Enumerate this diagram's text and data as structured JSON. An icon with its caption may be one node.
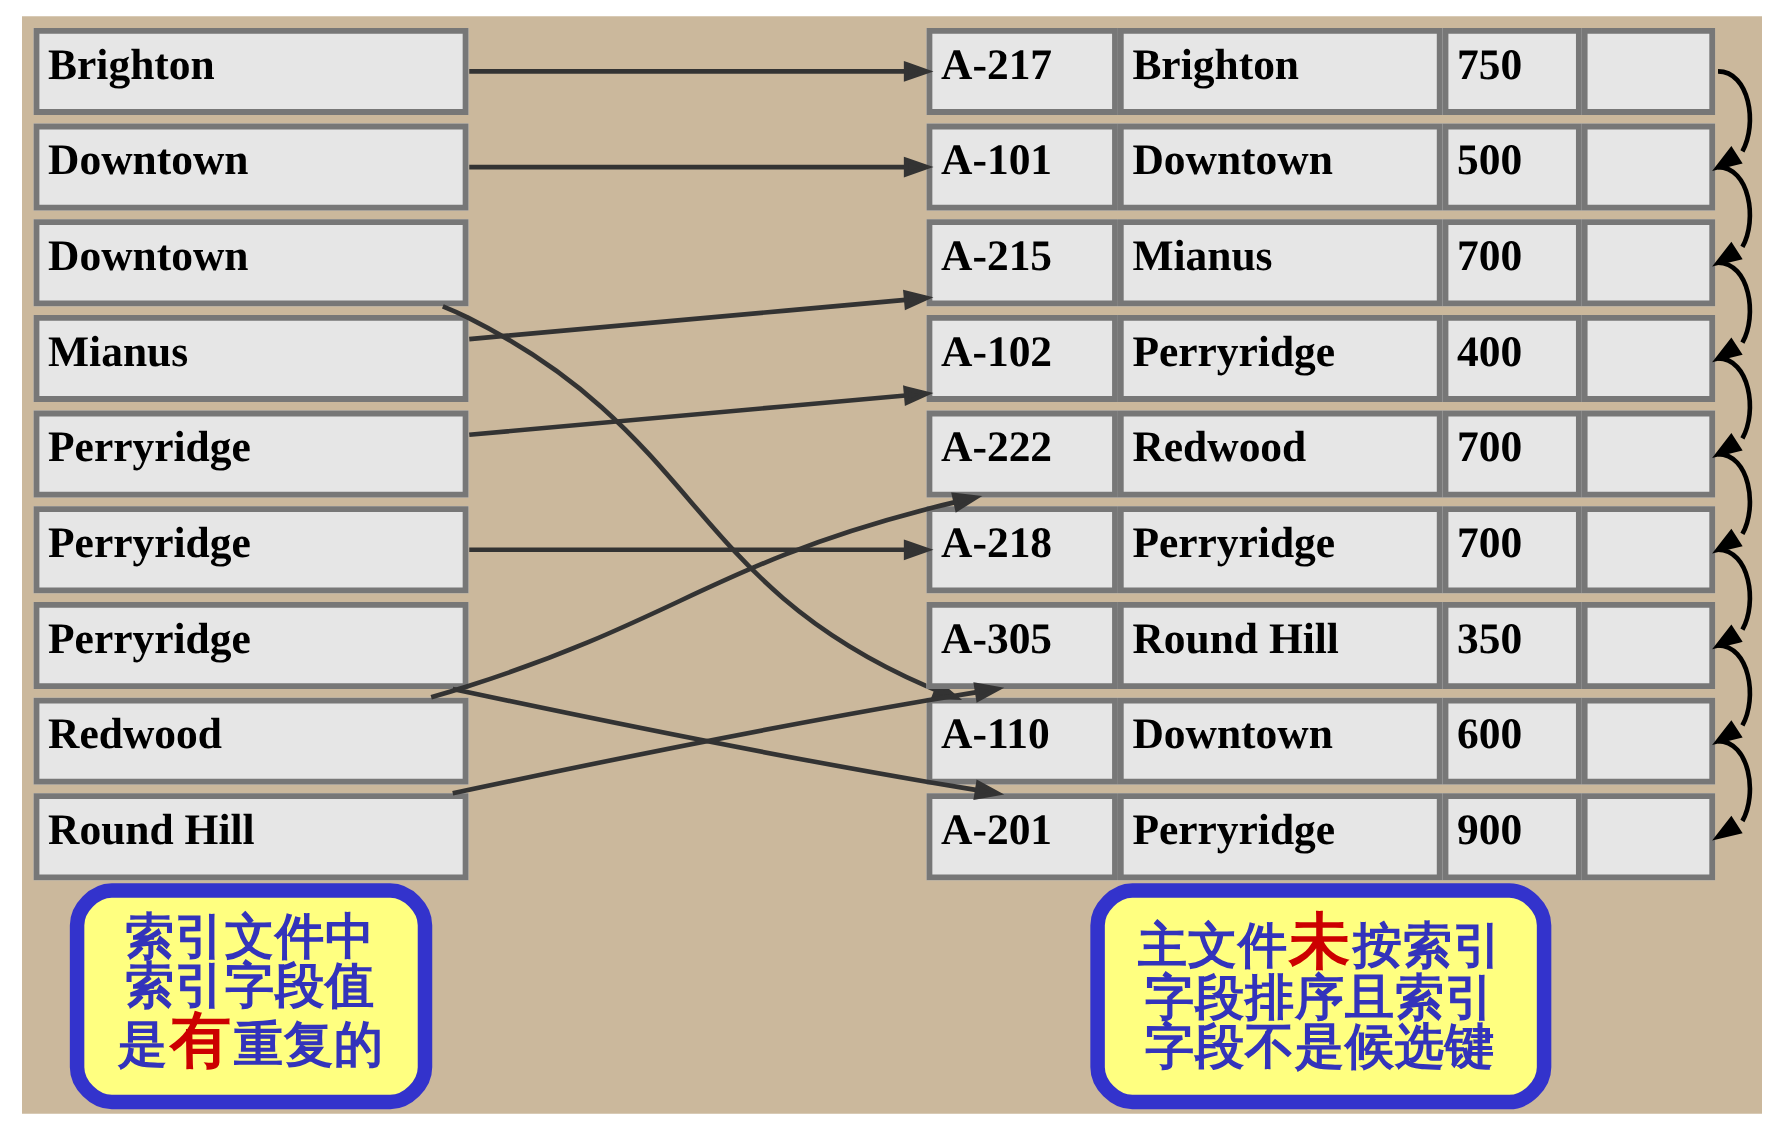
{
  "diagram": {
    "nodes": [
      {
        "text": [
          "Brighton"
        ]
      },
      {
        "text": [
          "Downtown"
        ]
      },
      {
        "text": [
          "Downtown"
        ]
      },
      {
        "text": [
          "Mianus"
        ]
      },
      {
        "text": [
          "Perryridge"
        ]
      },
      {
        "text": [
          "Perryridge"
        ]
      },
      {
        "text": [
          "Perryridge"
        ]
      },
      {
        "text": [
          "Redwood"
        ]
      },
      {
        "text": [
          "Round Hill"
        ]
      },
      {
        "text": [
          "A-217",
          "Brighton",
          "750"
        ]
      },
      {
        "text": [
          "A-101",
          "Downtown",
          "500"
        ]
      },
      {
        "text": [
          "A-215",
          "Mianus",
          "700"
        ]
      },
      {
        "text": [
          "A-102",
          "Perryridge",
          "400"
        ]
      },
      {
        "text": [
          "A-222",
          "Redwood",
          "700"
        ]
      },
      {
        "text": [
          "A-218",
          "Perryridge",
          "700"
        ]
      },
      {
        "text": [
          "A-305",
          "Round Hill",
          "350"
        ]
      },
      {
        "text": [
          "A-110",
          "Downtown",
          "600"
        ]
      },
      {
        "text": [
          "A-201",
          "Perryridge",
          "900"
        ]
      },
      {
        "text": [
          "索引文件中索引字段值是**有**重复的"
        ]
      },
      {
        "text": [
          "主文件**未**按索引字段排序且索引字段不是候选键"
        ]
      }
    ],
    "edges": [
      {
        "from": 0,
        "to": 9,
        "arrow": "to"
      },
      {
        "from": 1,
        "to": 10,
        "arrow": "to"
      },
      {
        "from": 2,
        "to": 16,
        "arrow": "to"
      },
      {
        "from": 3,
        "to": 11,
        "arrow": "to"
      },
      {
        "from": 4,
        "to": 12,
        "arrow": "to"
      },
      {
        "from": 5,
        "to": 14,
        "arrow": "to"
      },
      {
        "from": 6,
        "to": 17,
        "arrow": "to"
      },
      {
        "from": 7,
        "to": 13,
        "arrow": "to"
      },
      {
        "from": 8,
        "to": 15,
        "arrow": "to"
      },
      {
        "from": 9,
        "to": 10,
        "arrow": "to"
      },
      {
        "from": 10,
        "to": 11,
        "arrow": "to"
      },
      {
        "from": 11,
        "to": 12,
        "arrow": "to"
      },
      {
        "from": 12,
        "to": 13,
        "arrow": "to"
      },
      {
        "from": 13,
        "to": 14,
        "arrow": "to"
      },
      {
        "from": 14,
        "to": 15,
        "arrow": "to"
      },
      {
        "from": 15,
        "to": 16,
        "arrow": "to"
      },
      {
        "from": 16,
        "to": 17,
        "arrow": "to"
      }
    ]
  }
}
